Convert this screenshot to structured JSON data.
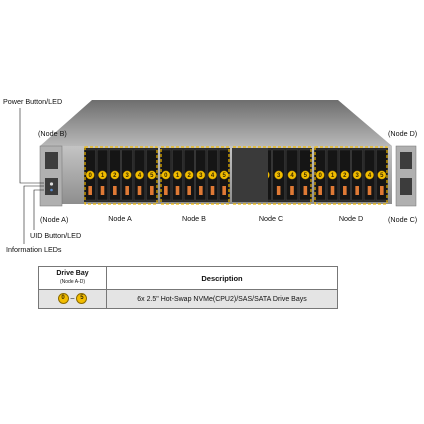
{
  "callouts": {
    "power_button": "Power Button/LED",
    "node_b_left": "(Node B)",
    "node_a_left": "(Node A)",
    "uid_button": "UID Button/LED",
    "info_leds": "Information LEDs",
    "node_d_right": "(Node D)",
    "node_c_right": "(Node C)"
  },
  "nodes": [
    "Node A",
    "Node B",
    "Node C",
    "Node D"
  ],
  "bays": [
    "0",
    "1",
    "2",
    "3",
    "4",
    "5"
  ],
  "colors": {
    "bay_yellow": "#f2bd00",
    "bracket": "#f0b800",
    "chassis": "#9a9a9a",
    "pull_tab": "#e07a35"
  },
  "table": {
    "col1_header": "Drive Bay",
    "col1_sub": "(Node A-D)",
    "col2_header": "Description",
    "range_start": "0",
    "range_end": "5",
    "description": "6x 2.5\" Hot-Swap NVMe(CPU2)/SAS/SATA Drive Bays"
  }
}
